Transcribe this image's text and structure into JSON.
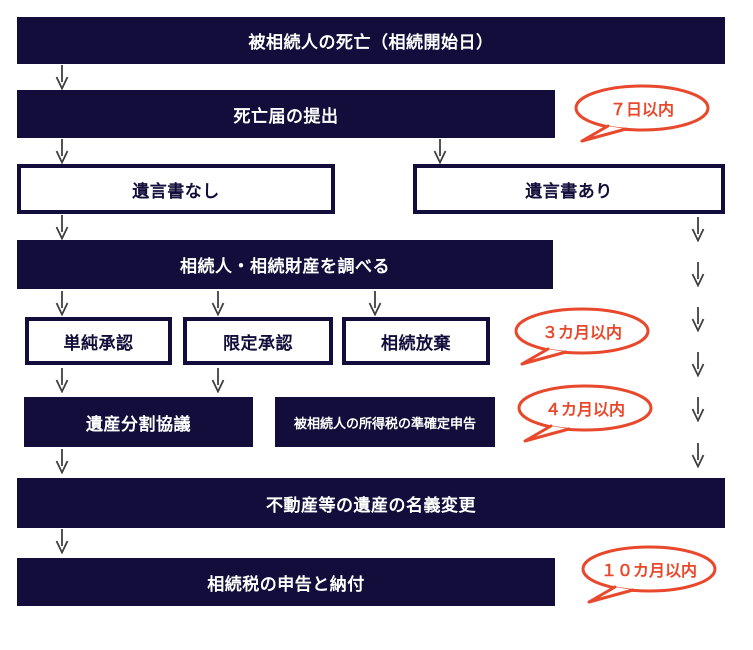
{
  "nodes": {
    "death": {
      "label": "被相続人の死亡（相続開始日）"
    },
    "death_report": {
      "label": "死亡届の提出"
    },
    "no_will": {
      "label": "遺言書なし"
    },
    "will": {
      "label": "遺言書あり"
    },
    "investigate": {
      "label": "相続人・相続財産を調べる"
    },
    "simple_acceptance": {
      "label": "単純承認"
    },
    "limited_acceptance": {
      "label": "限定承認"
    },
    "renunciation": {
      "label": "相続放棄"
    },
    "estate_division": {
      "label": "遺産分割協議"
    },
    "quasi_final_return": {
      "label": "被相続人の所得税の準確定申告"
    },
    "name_change": {
      "label": "不動産等の遺産の名義変更"
    },
    "tax_filing": {
      "label": "相続税の申告と納付"
    }
  },
  "deadlines": {
    "seven_days": "７日以内",
    "three_months": "３カ月以内",
    "four_months": "４カ月以内",
    "ten_months": "１０カ月以内"
  },
  "colors": {
    "node_navy": "#120d3a",
    "deadline_orange": "#e8482b",
    "arrow_gray": "#404040"
  }
}
